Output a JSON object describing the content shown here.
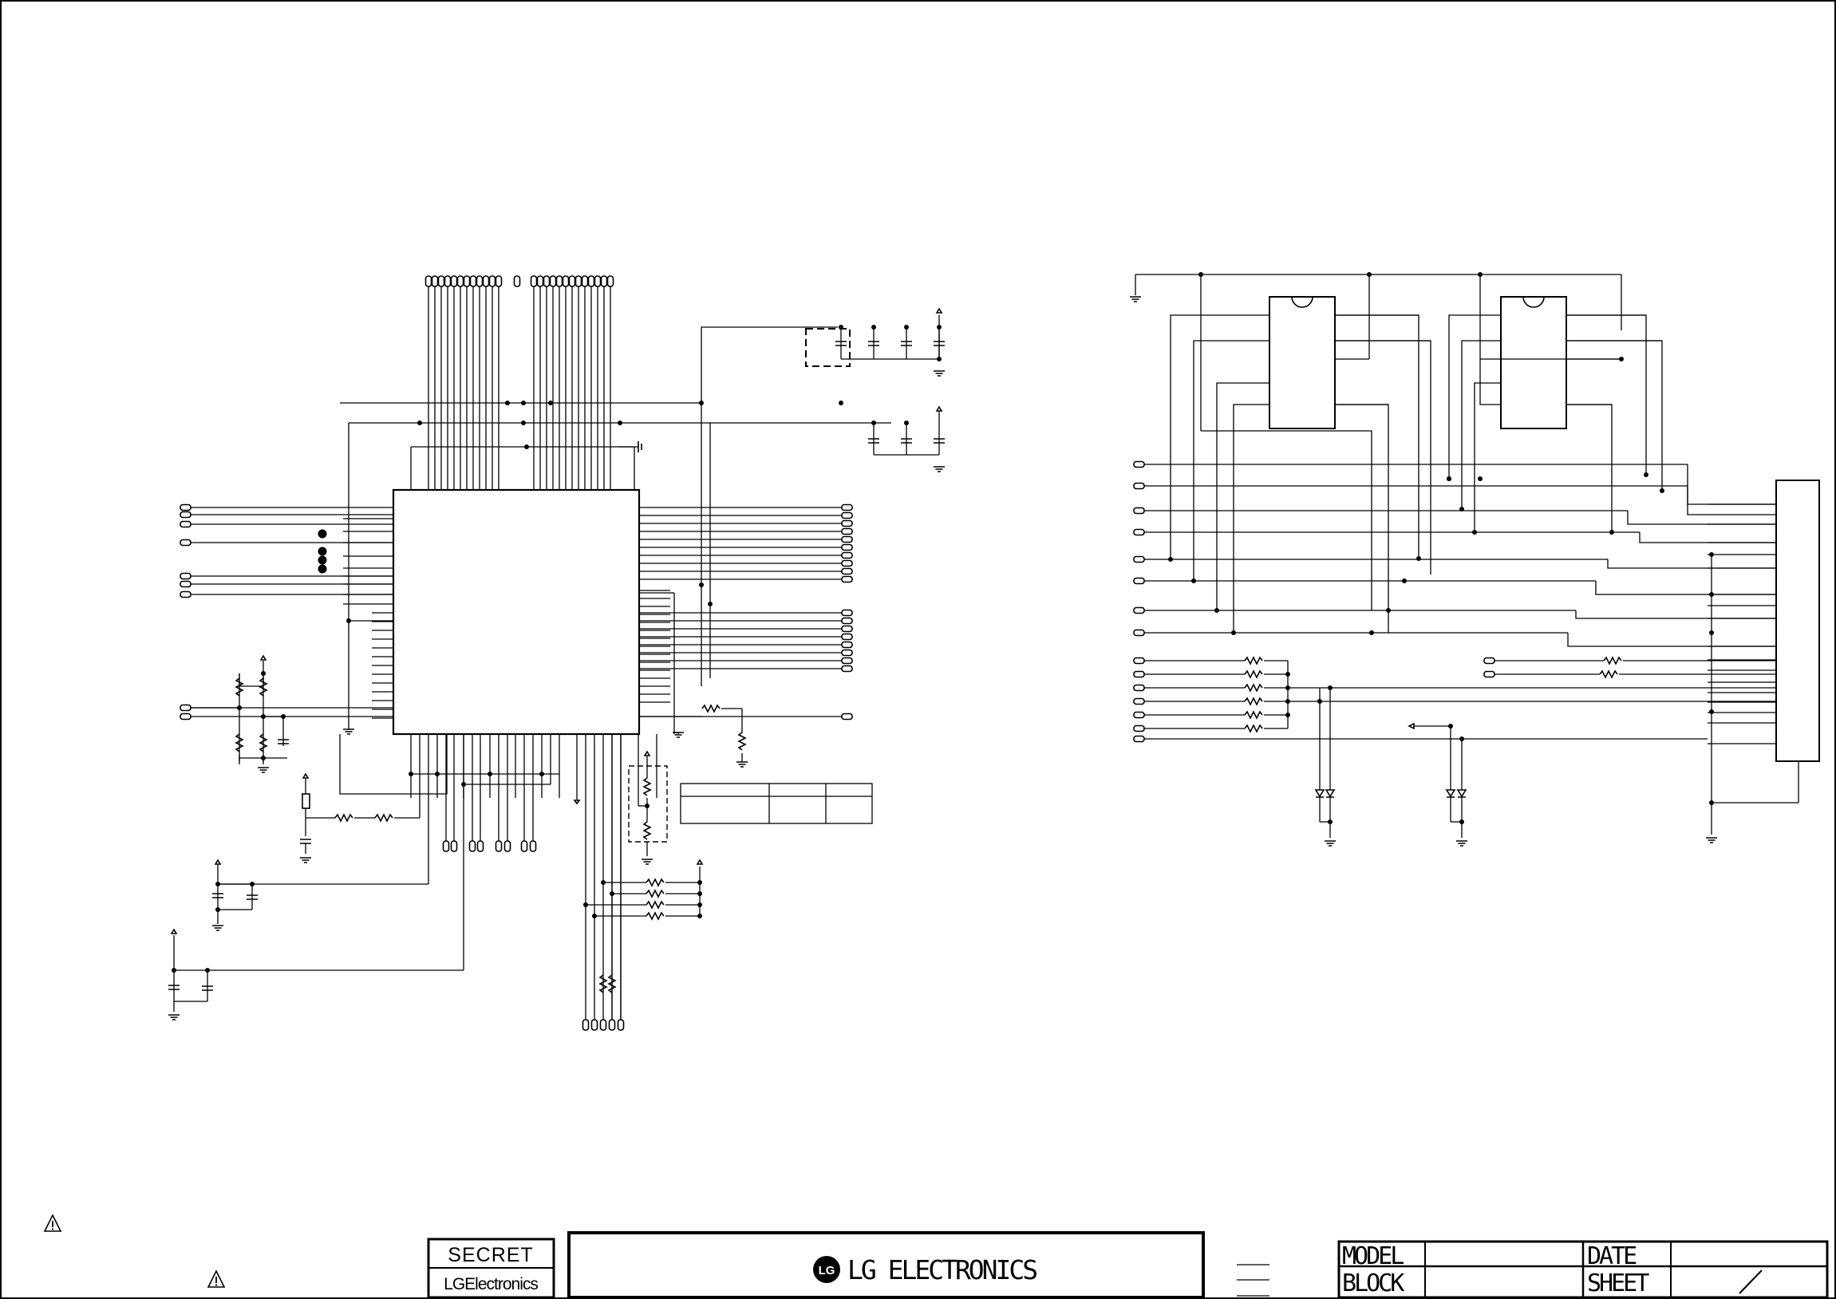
{
  "title_block": {
    "secret_label": "SECRET",
    "company_small": "LGElectronics",
    "logo_letters": "LG",
    "company_name": "LG ELECTRONICS",
    "model_label": "MODEL",
    "block_label": "BLOCK",
    "date_label": "DATE",
    "sheet_label": "SHEET"
  },
  "colors": {
    "ink": "#000000",
    "paper": "#ffffff"
  },
  "icons": [
    "warning-triangle-icon",
    "lg-logo-icon"
  ]
}
